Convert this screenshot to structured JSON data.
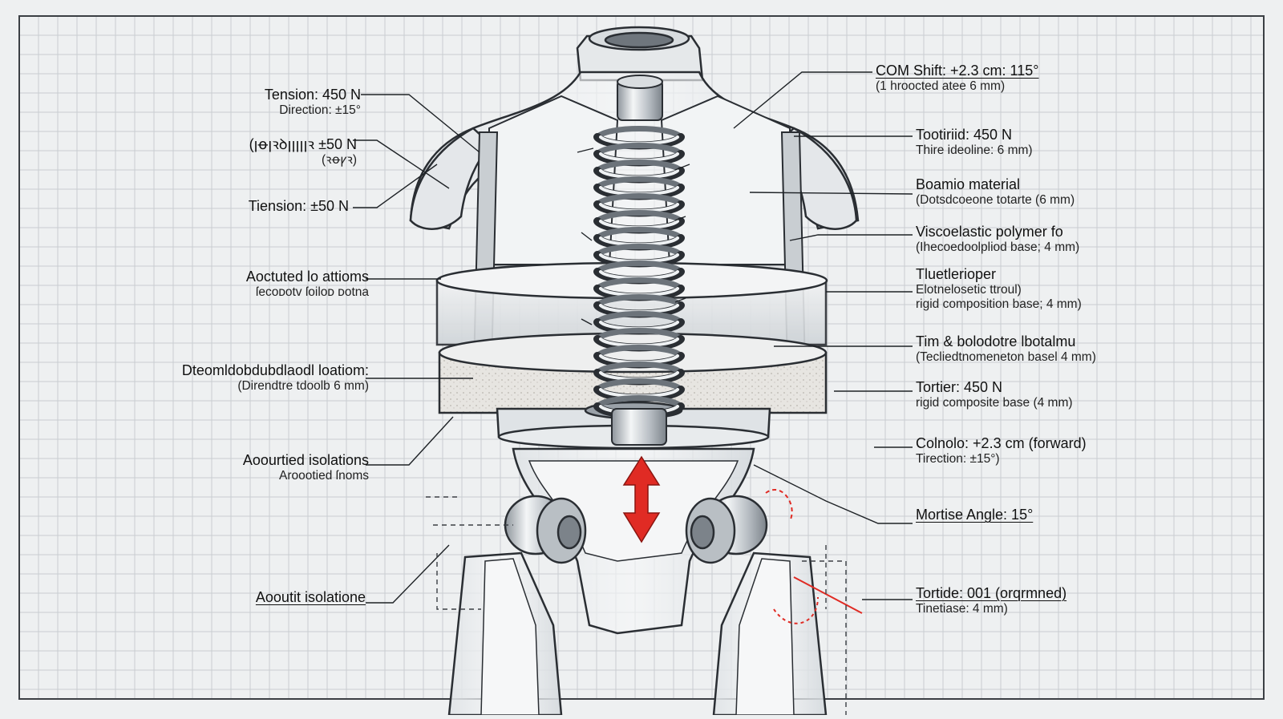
{
  "colors": {
    "background": "#eef0f1",
    "grid": "#c9cdd1",
    "line": "#2a2e33",
    "metal": "#a9b0b7",
    "accent_red": "#e02b24"
  },
  "labels_left": [
    {
      "title": "Tension: 450 N",
      "sub": "Direction: ±15°"
    },
    {
      "title": "(ꞁꝋꞁꝛꝺꞁꞁꞁꞁꞁꝛ ±50 N",
      "sub": "(ꝛꝋꝩꝛ)"
    },
    {
      "title": "Tiension: ±50 N",
      "sub": ""
    },
    {
      "title": "Aoctuted lo attioms",
      "sub": "ſecoᴅotv ſoiloᴅ ᴅotna"
    },
    {
      "title": "Dteomldobdubdlaodl loatiom:",
      "sub": "(Direndtre tdoolb 6 mm)"
    },
    {
      "title": "Aoourtied isolations",
      "sub": "Aroootied ſnoms"
    },
    {
      "title": "Aooutit isolatione",
      "sub": ""
    }
  ],
  "labels_right": [
    {
      "title": "COM Shift: +2.3 cm: 115°",
      "sub": "(1 hroocted atee 6 mm)"
    },
    {
      "title": "Tootiriid: 450 N",
      "sub": "Thire ideoline: 6 mm)"
    },
    {
      "title": "Boamio material",
      "sub": "(Dotsdcoeone totarte (6 mm)"
    },
    {
      "title": "Viscoelastic polymer fo",
      "sub": "(Ihecoedoolpliod base; 4 mm)"
    },
    {
      "title": "Tluetlerioper",
      "sub": "Elotnelosetic ttroul)"
    },
    {
      "title": "",
      "sub": "rigid composition base; 4 mm)"
    },
    {
      "title": "Tim & bolodotre lbotalmu",
      "sub": "(Tecliedtnomeneton basel 4 mm)"
    },
    {
      "title": "Tortier: 450 N",
      "sub": "rigid composite base (4 mm)"
    },
    {
      "title": "Colnolo: +2.3 cm (forward)",
      "sub": "Tirection: ±15°)"
    },
    {
      "title": "Mortise Angle: 15°",
      "sub": ""
    },
    {
      "title": "Tortide: 001 (orqrmned)",
      "sub": "Tinetiase: 4 mm)"
    }
  ]
}
